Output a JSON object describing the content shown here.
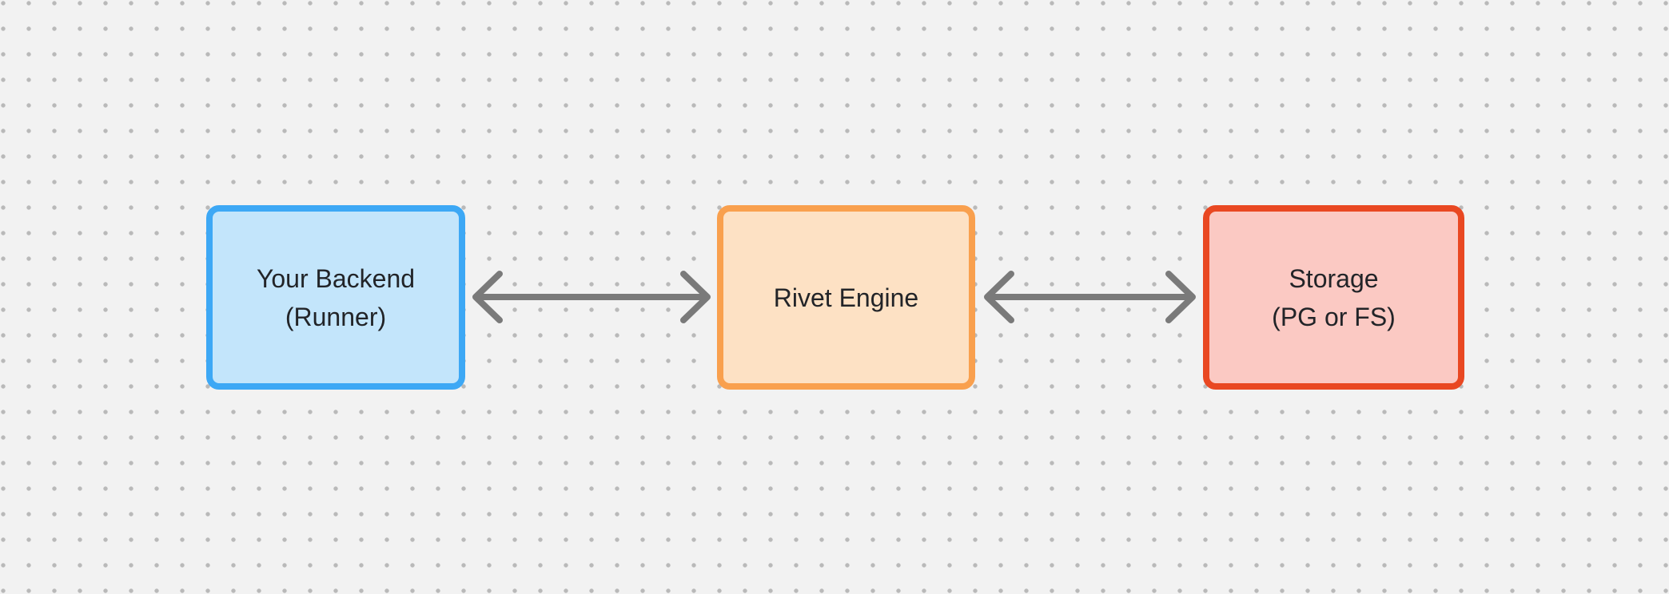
{
  "canvas": {
    "background_color": "#F2F2F2",
    "dot_color": "#B9B9B9"
  },
  "diagram": {
    "text_color": "#222428",
    "nodes": [
      {
        "id": "your-backend",
        "lines": [
          "Your Backend",
          "(Runner)"
        ],
        "border_color": "#3DA8F5",
        "fill_color": "#C3E5FB"
      },
      {
        "id": "rivet-engine",
        "lines": [
          "Rivet Engine"
        ],
        "border_color": "#F9A04E",
        "fill_color": "#FDE1C4"
      },
      {
        "id": "storage",
        "lines": [
          "Storage",
          "(PG or FS)"
        ],
        "border_color": "#E94822",
        "fill_color": "#FBC9C3"
      }
    ],
    "edges": [
      {
        "from": "your-backend",
        "to": "rivet-engine",
        "direction": "bidirectional",
        "color": "#7A7A7A"
      },
      {
        "from": "rivet-engine",
        "to": "storage",
        "direction": "bidirectional",
        "color": "#7A7A7A"
      }
    ]
  }
}
